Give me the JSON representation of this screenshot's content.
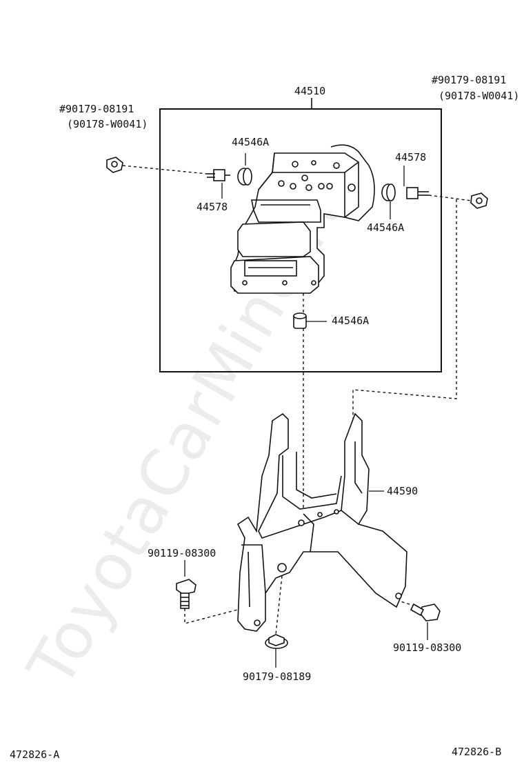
{
  "watermark": "ToyotaCarMine.ru",
  "labels": {
    "assembly": "44510",
    "bracket": "44590",
    "cushion_a": "44546A",
    "cushion_b": "44546A",
    "cushion_c": "44546A",
    "stud_left": "44578",
    "stud_right": "44578",
    "nut_left_line1": "#90179-08191",
    "nut_left_line2": "(90178-W0041)",
    "nut_right_line1": "#90179-08191",
    "nut_right_line2": "(90178-W0041)",
    "bolt_left": "90119-08300",
    "bolt_right": "90119-08300",
    "nut_bottom": "90179-08189"
  },
  "footer": {
    "ref_left": "472826-A",
    "ref_right": "472826-B"
  }
}
